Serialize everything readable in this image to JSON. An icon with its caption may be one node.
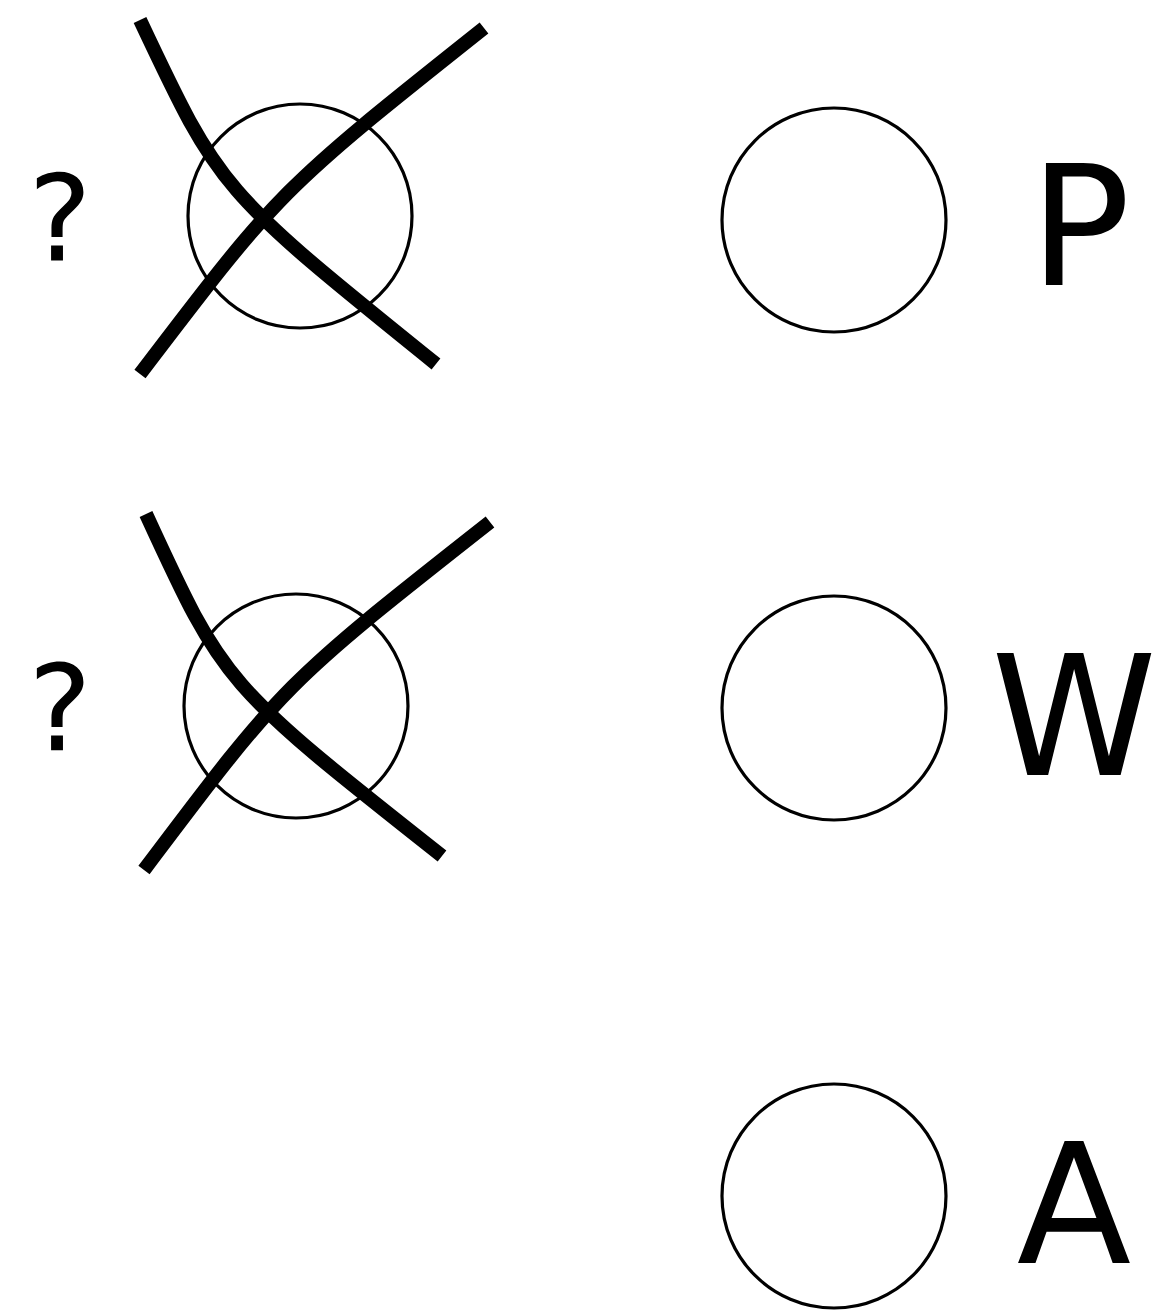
{
  "diagram": {
    "nodes": [
      {
        "text": [],
        "shape": "circle",
        "beside": [
          "?"
        ]
      },
      {
        "text": [],
        "shape": "circle",
        "beside": [
          "P"
        ]
      },
      {
        "text": [],
        "shape": "circle",
        "beside": [
          "?"
        ]
      },
      {
        "text": [],
        "shape": "circle",
        "beside": [
          "W"
        ]
      },
      {
        "text": [],
        "shape": "circle",
        "beside": [
          "A"
        ]
      }
    ]
  }
}
